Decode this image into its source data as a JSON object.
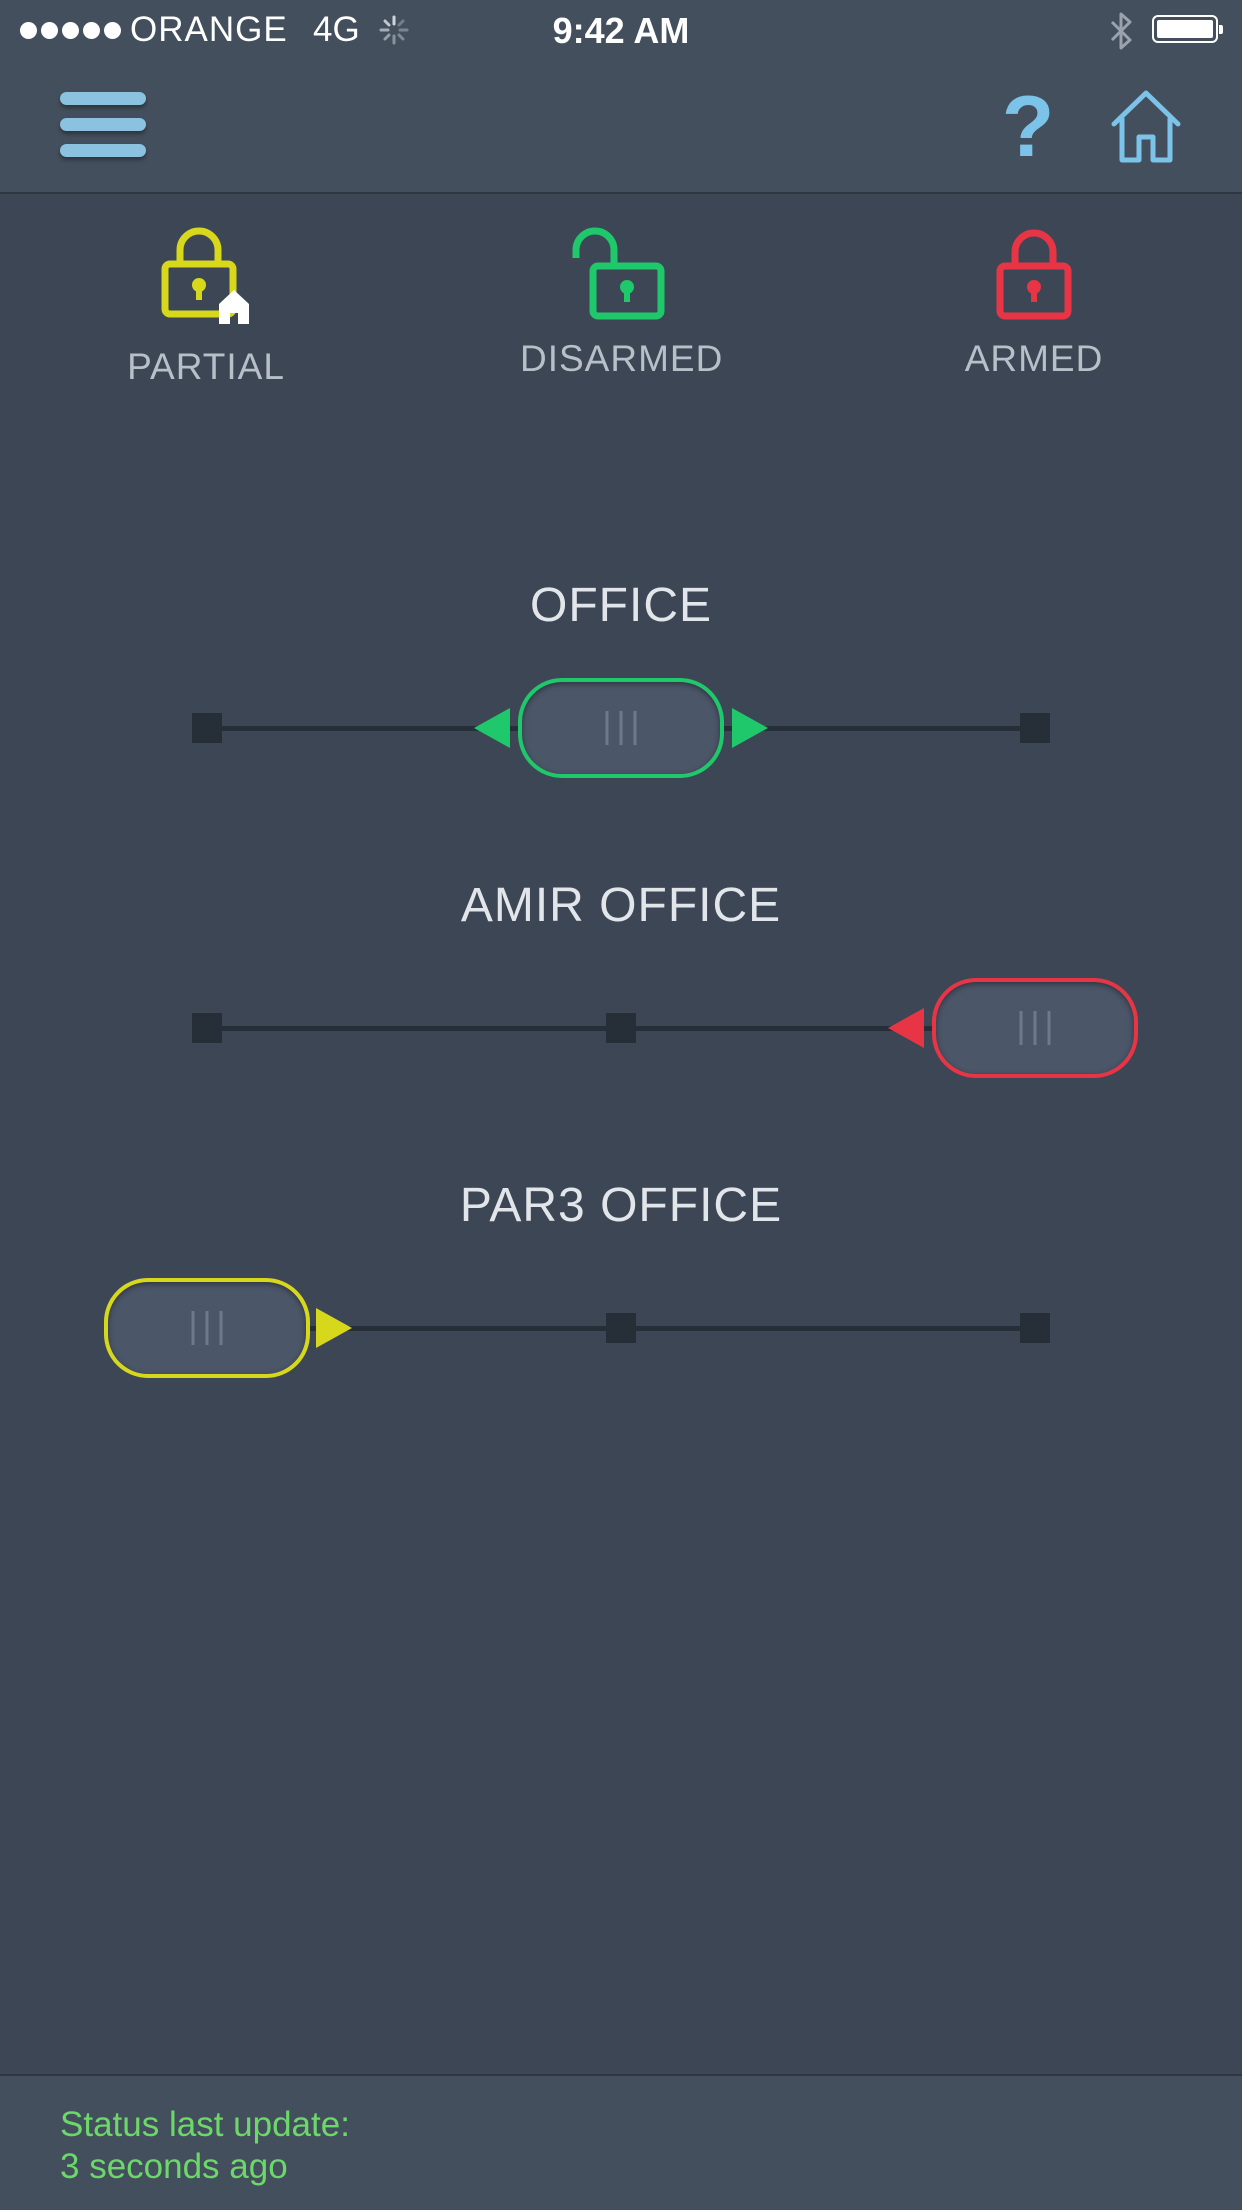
{
  "status_bar": {
    "carrier": "ORANGE",
    "network": "4G",
    "time": "9:42 AM"
  },
  "header": {
    "help_label": "?"
  },
  "modes": [
    {
      "label": "PARTIAL",
      "color": "#d7d71b"
    },
    {
      "label": "DISARMED",
      "color": "#1fc86a"
    },
    {
      "label": "ARMED",
      "color": "#e83545"
    }
  ],
  "partitions": [
    {
      "name": "OFFICE",
      "state": "DISARMED",
      "color": "#1fc86a"
    },
    {
      "name": "AMIR OFFICE",
      "state": "ARMED",
      "color": "#e83545"
    },
    {
      "name": "PAR3 OFFICE",
      "state": "PARTIAL",
      "color": "#d7d71b"
    }
  ],
  "footer": {
    "status_line1": "Status last update:",
    "status_line2": "3 seconds ago"
  }
}
